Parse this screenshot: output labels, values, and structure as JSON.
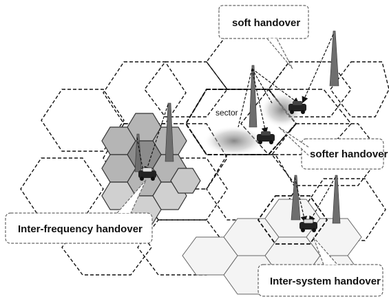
{
  "labels": {
    "soft_handover": "soft handover",
    "softer_handover": "softer handover",
    "inter_frequency_handover": "Inter-frequency handover",
    "inter_system_handover": "Inter-system handover",
    "sector": "sector"
  },
  "colors": {
    "macro_cell_outline": "#111111",
    "small_cell_fill_dark": "#8c8c8c",
    "small_cell_fill_mid": "#b5b5b5",
    "small_cell_fill_light": "#d9d9d9",
    "system_cell_fill": "#f4f4f4",
    "sector_shade": "#9a9a9a",
    "antenna": "#6e6e6e",
    "callout_border": "#666666"
  },
  "icons": [
    "antenna-tower-icon",
    "car-icon",
    "signal-arrow-icon"
  ]
}
